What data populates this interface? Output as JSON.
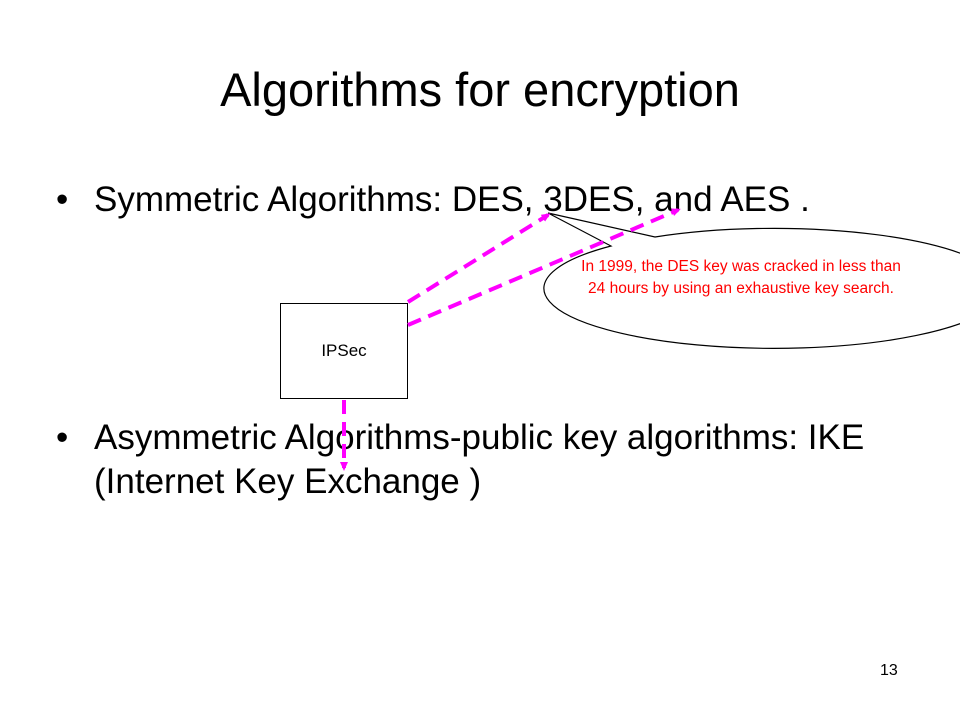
{
  "slide": {
    "title": "Algorithms for encryption",
    "page_number": "13"
  },
  "bullets": [
    {
      "marker": "•",
      "text": "Symmetric Algorithms: DES, 3DES, and AES ."
    },
    {
      "marker": "•",
      "text": "Asymmetric Algorithms-public key algorithms: IKE (Internet Key Exchange )"
    }
  ],
  "diagram": {
    "box_label": "IPSec",
    "callout_text": "In 1999, the DES key was cracked in less than 24 hours by using an exhaustive key search.",
    "arrow_color": "#ff00ff",
    "callout_text_color": "#ff0000"
  }
}
